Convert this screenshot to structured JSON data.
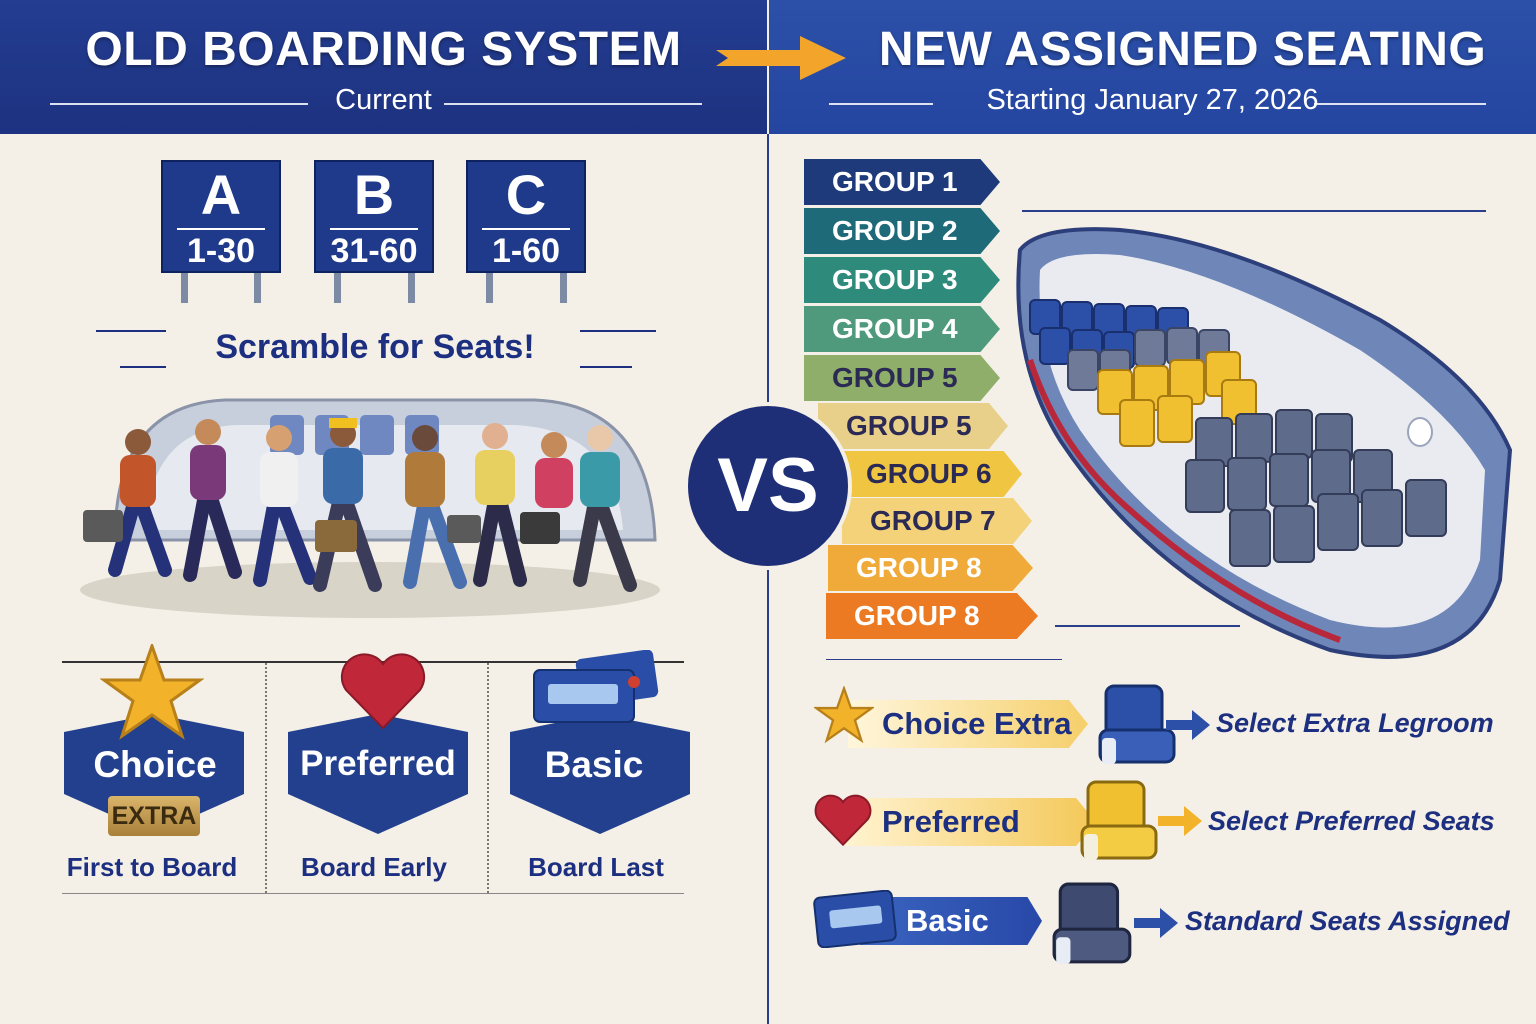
{
  "header": {
    "left_title": "OLD BOARDING SYSTEM",
    "left_sub": "Current",
    "right_title": "NEW ASSIGNED SEATING",
    "right_sub": "Starting January 27, 2026"
  },
  "old": {
    "zones": [
      {
        "letter": "A",
        "range": "1-30"
      },
      {
        "letter": "B",
        "range": "31-60"
      },
      {
        "letter": "C",
        "range": "1-60"
      }
    ],
    "scramble": "Scramble for Seats!",
    "tiers": [
      {
        "name": "Choice",
        "badge": "EXTRA",
        "desc": "First to Board"
      },
      {
        "name": "Preferred",
        "desc": "Board Early"
      },
      {
        "name": "Basic",
        "desc": "Board Last"
      }
    ]
  },
  "vs": "VS",
  "new": {
    "groups": [
      {
        "label": "GROUP 1",
        "color": "#1f3a7a"
      },
      {
        "label": "GROUP 2",
        "color": "#1e6a78"
      },
      {
        "label": "GROUP 3",
        "color": "#2e8a7a"
      },
      {
        "label": "GROUP 4",
        "color": "#4f9a7c"
      },
      {
        "label": "GROUP 5",
        "color": "#8fae6a"
      },
      {
        "label": "GROUP 5",
        "color": "#e8cf8a"
      },
      {
        "label": "GROUP 6",
        "color": "#f0c542"
      },
      {
        "label": "GROUP 7",
        "color": "#f4d27a"
      },
      {
        "label": "GROUP 8",
        "color": "#f0aa3a"
      },
      {
        "label": "GROUP 8",
        "color": "#ec7a22"
      }
    ],
    "tiers": [
      {
        "name": "Choice Extra",
        "result": "Select Extra Legroom"
      },
      {
        "name": "Preferred",
        "result": "Select Preferred Seats"
      },
      {
        "name": "Basic",
        "result": "Standard Seats Assigned"
      }
    ]
  },
  "colors": {
    "navy": "#1f3a8a",
    "gold": "#f2b63a",
    "blue_seat": "#2c4fa8",
    "yellow_seat": "#f0c030",
    "gray_seat": "#5f6b8a"
  }
}
